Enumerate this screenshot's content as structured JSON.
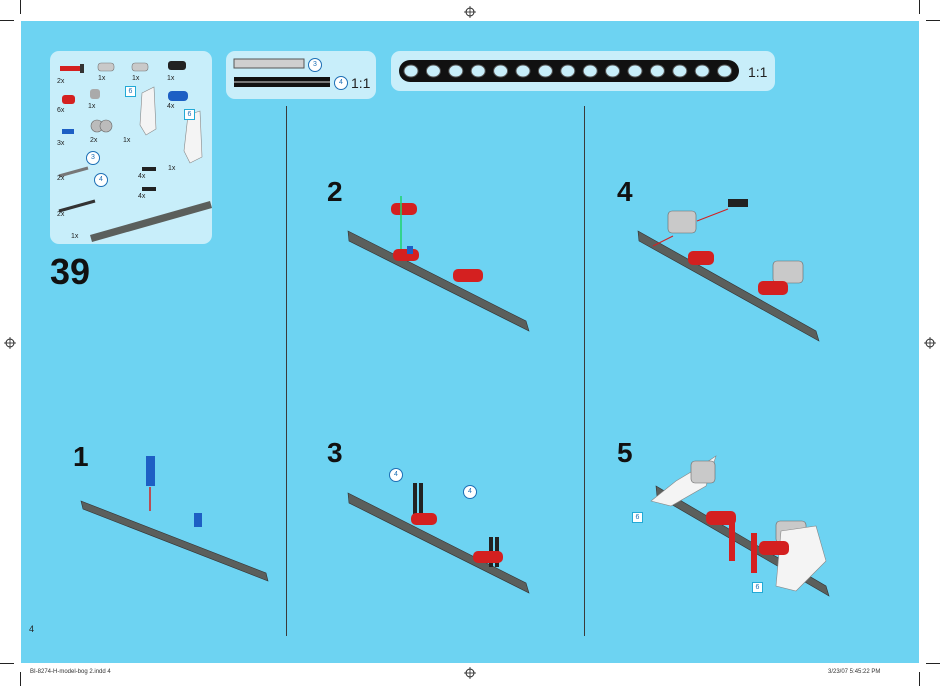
{
  "page": {
    "step_group": "39",
    "page_number": "4"
  },
  "parts_list": {
    "quantities": [
      "2x",
      "1x",
      "1x",
      "1x",
      "6x",
      "1x",
      "4x",
      "3x",
      "2x",
      "1x",
      "2x",
      "4x",
      "1x",
      "2x",
      "4x",
      "1x"
    ],
    "callouts": [
      "3",
      "4"
    ],
    "labels": [
      "6",
      "6"
    ]
  },
  "rulers": {
    "callouts": [
      "3",
      "4"
    ],
    "scale_small": "1:1",
    "scale_large": "1:1"
  },
  "steps": [
    {
      "number": "1"
    },
    {
      "number": "2"
    },
    {
      "number": "3",
      "callouts": [
        "4",
        "4"
      ]
    },
    {
      "number": "4"
    },
    {
      "number": "5",
      "labels": [
        "6",
        "6"
      ]
    }
  ],
  "footer": {
    "file": "BI-8274-H-model-bog 2.indd   4",
    "timestamp": "3/23/07   5:45:22 PM"
  },
  "colors": {
    "page_bg": "#6dd3f2",
    "panel_bg": "#c8eefa",
    "beam": "#5b5f5c",
    "red": "#d42020",
    "blue": "#1d5fc4",
    "light_grey": "#c9c9c9"
  }
}
